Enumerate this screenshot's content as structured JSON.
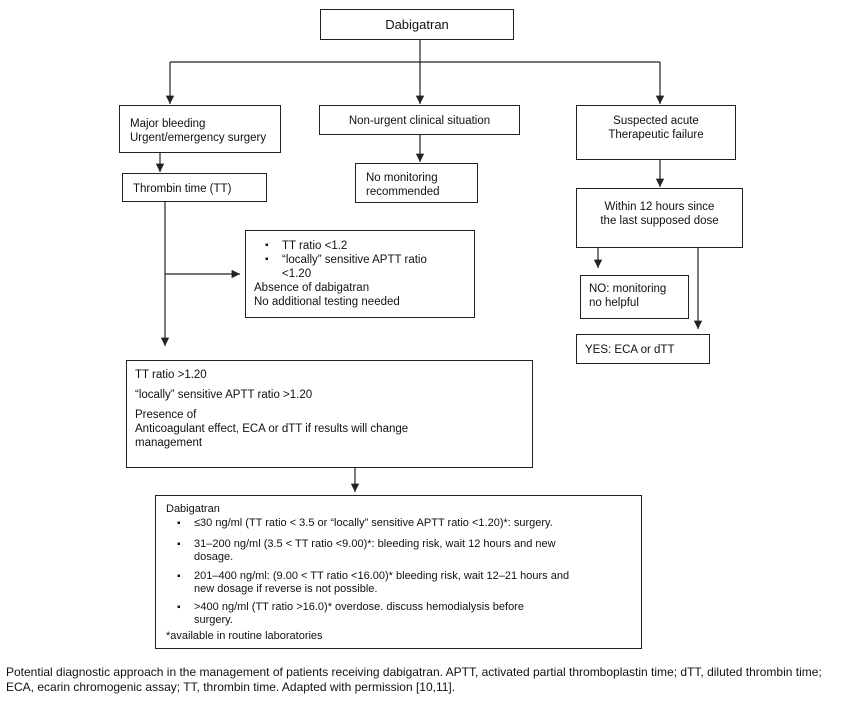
{
  "root": {
    "label": "Dabigatran"
  },
  "branch_left": {
    "line1": "Major bleeding",
    "line2": "Urgent/emergency surgery"
  },
  "branch_middle": {
    "label": "Non-urgent clinical situation"
  },
  "branch_right": {
    "line1": "Suspected acute",
    "line2": "Therapeutic failure"
  },
  "no_monitoring": {
    "line1": "No monitoring",
    "line2": "recommended"
  },
  "thrombin_time": {
    "label": "Thrombin time (TT)"
  },
  "absence_box": {
    "bullet1": "TT ratio <1.2",
    "bullet2_line1": "“locally” sensitive APTT ratio",
    "bullet2_line2": "<1.20",
    "line3": "Absence of dabigatran",
    "line4": "No additional testing needed"
  },
  "within12": {
    "line1": "Within 12 hours since",
    "line2": "the last supposed dose"
  },
  "no_helpful": {
    "line1": "NO: monitoring",
    "line2": "no helpful"
  },
  "yes_eca": {
    "label": "YES: ECA or dTT"
  },
  "presence_box": {
    "line1": "TT ratio >1.20",
    "line2": "“locally” sensitive APTT ratio >1.20",
    "line3": "Presence of",
    "line4": "Anticoagulant effect, ECA or dTT if results will change",
    "line5": "management"
  },
  "result_box": {
    "title": "Dabigatran",
    "item1": "≤30 ng/ml (TT ratio < 3.5 or “locally” sensitive APTT ratio <1.20)*: surgery.",
    "item2_line1": "31–200 ng/ml (3.5 < TT ratio <9.00)*: bleeding risk, wait 12 hours and new",
    "item2_line2": "dosage.",
    "item3_line1": "201–400 ng/ml: (9.00 < TT ratio <16.00)* bleeding risk, wait 12–21 hours and",
    "item3_line2": "new dosage if reverse is not possible.",
    "item4_line1": ">400 ng/ml (TT ratio >16.0)* overdose. discuss hemodialysis before",
    "item4_line2": "surgery.",
    "footnote": "*available in routine laboratories"
  },
  "caption": "Potential diagnostic approach in the management of patients receiving dabigatran. APTT, activated partial thromboplastin time; dTT, diluted thrombin time; ECA, ecarin chromogenic assay; TT, thrombin time. Adapted with permission [10,11]."
}
